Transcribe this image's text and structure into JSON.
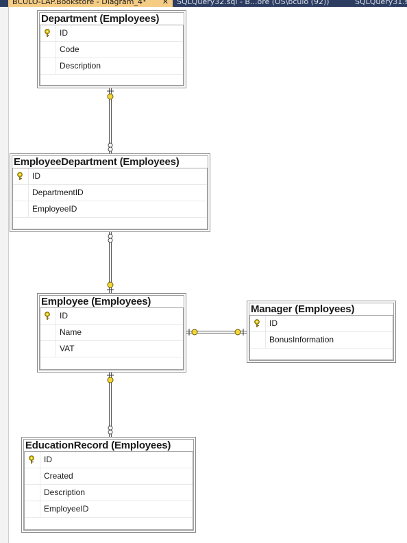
{
  "tabs": [
    {
      "label": "BCULO-LAP.Bookstore - Diagram_4*",
      "close": "✕"
    },
    {
      "label": "SQLQuery32.sql - B...ore (OS\\bculo (92))"
    },
    {
      "label": "SQLQuery31.sq"
    }
  ],
  "tables": {
    "department": {
      "title": "Department (Employees)",
      "columns": [
        "ID",
        "Code",
        "Description"
      ]
    },
    "employee_department": {
      "title": "EmployeeDepartment (Employees)",
      "columns": [
        "ID",
        "DepartmentID",
        "EmployeeID"
      ]
    },
    "employee": {
      "title": "Employee (Employees)",
      "columns": [
        "ID",
        "Name",
        "VAT"
      ]
    },
    "manager": {
      "title": "Manager (Employees)",
      "columns": [
        "ID",
        "BonusInformation"
      ]
    },
    "education_record": {
      "title": "EducationRecord (Employees)",
      "columns": [
        "ID",
        "Created",
        "Description",
        "EmployeeID"
      ]
    }
  },
  "colors": {
    "key": "#d7b300",
    "relationship_line": "#5a5a5a"
  },
  "icons": {
    "primary_key": "key-icon"
  }
}
